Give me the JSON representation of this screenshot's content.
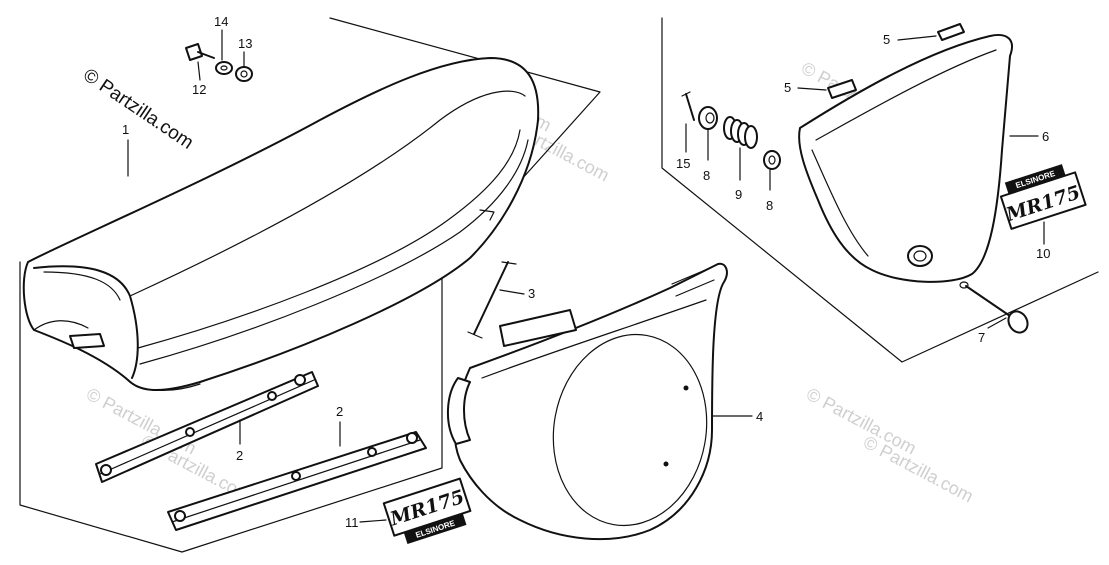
{
  "watermark": {
    "copyright": "© Partzilla.com",
    "faint_mark": "© Partzilla.com"
  },
  "callouts": {
    "seat": "1",
    "seat_bracket_a": "2",
    "seat_bracket_b": "2",
    "stay": "3",
    "left_side_cover": "4",
    "grommet_5a": "5",
    "grommet_5b": "5",
    "right_side_cover": "6",
    "cover_screw": "7",
    "collar_a": "8",
    "collar_b": "8",
    "spring": "9",
    "emblem_right": "10",
    "emblem_left": "11",
    "bolt": "12",
    "nut": "13",
    "washer": "14",
    "pin": "15"
  },
  "emblems": {
    "right_model": "MR175",
    "right_brand": "ELSINORE",
    "left_model": "MR175",
    "left_brand": "ELSINORE"
  }
}
